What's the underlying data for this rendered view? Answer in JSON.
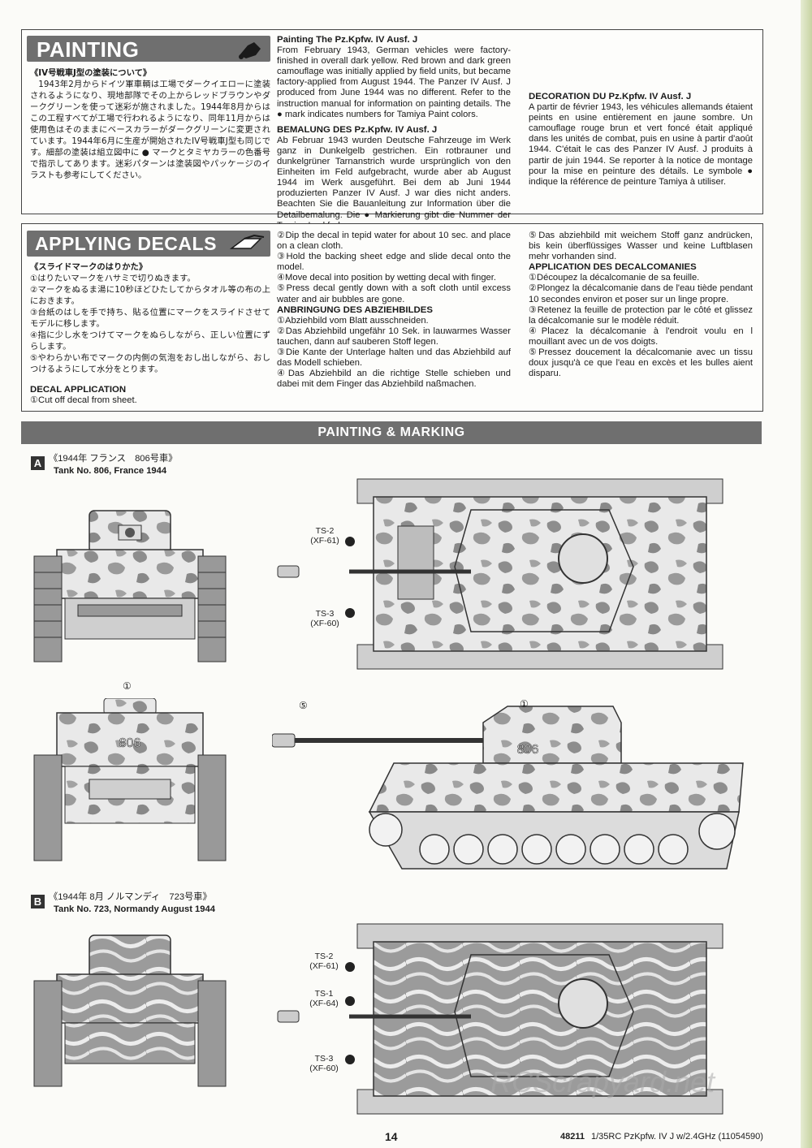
{
  "painting": {
    "title": "PAINTING",
    "jp_heading": "《IV号戦車J型の塗装について》",
    "jp_text": "1943年2月からドイツ軍車輌は工場でダークイエローに塗装されるようになり、現地部隊でその上からレッドブラウンやダークグリーンを使って迷彩が施されました。1944年8月からはこの工程すべてが工場で行われるようになり、同年11月からは使用色はそのままにベースカラーがダークグリーンに変更されています。1944年6月に生産が開始されたIV号戦車J型も同じです。細部の塗装は組立図中に ● マークとタミヤカラーの色番号で指示してあります。迷彩パターンは塗装図やパッケージのイラストも参考にしてください。",
    "en_title": "Painting The Pz.Kpfw. IV Ausf. J",
    "en_text": "From February 1943, German vehicles were factory-finished in overall dark yellow. Red brown and dark green camouflage was initially applied by field units, but became factory-applied from August 1944. The Panzer IV Ausf. J produced from June 1944 was no different. Refer to the instruction manual for information on painting details. The ● mark indicates numbers for Tamiya Paint colors.",
    "de_title": "BEMALUNG DES Pz.Kpfw. IV Ausf. J",
    "de_text": "Ab Februar 1943 wurden Deutsche Fahrzeuge im Werk ganz in Dunkelgelb gestrichen. Ein rotbrauner und dunkelgrüner Tarnanstrich wurde ursprünglich von den Einheiten im Feld aufgebracht, wurde aber ab August 1944 im Werk ausgeführt. Bei dem ab Juni 1944 produzierten Panzer IV Ausf. J war dies nicht anders. Beachten Sie die Bauanleitung zur Information über die Detailbemalung. Die ● Markierung gibt die Nummer der Tamiya Lackfarben an.",
    "fr_title": "DECORATION DU Pz.Kpfw. IV Ausf. J",
    "fr_text": "A partir de février 1943, les véhicules allemands étaient peints en usine entièrement en jaune sombre. Un camouflage rouge brun et vert foncé était appliqué dans les unités de combat, puis en usine à partir d'août 1944. C'était le cas des Panzer IV Ausf. J produits à partir de juin 1944. Se reporter à la notice de montage pour la mise en peinture des détails. Le symbole ● indique la référence de peinture Tamiya à utiliser."
  },
  "decals": {
    "title": "APPLYING DECALS",
    "jp_heading": "《スライドマークのはりかた》",
    "jp_steps": [
      "①はりたいマークをハサミで切りぬきます。",
      "②マークをぬるま湯に10秒ほどひたしてからタオル等の布の上におきます。",
      "③台紙のはしを手で持ち、貼る位置にマークをスライドさせてモデルに移します。",
      "④指に少し水をつけてマークをぬらしながら、正しい位置にずらします。",
      "⑤やわらかい布でマークの内側の気泡をおし出しながら、おしつけるようにして水分をとります。"
    ],
    "en_title": "DECAL APPLICATION",
    "en_steps": [
      "①Cut off decal from sheet.",
      "②Dip the decal in tepid water for about 10 sec. and place on a clean cloth.",
      "③Hold the backing sheet edge and slide decal onto the model.",
      "④Move decal into position by wetting decal with finger.",
      "⑤Press decal gently down with a soft cloth until excess water and air bubbles are gone."
    ],
    "de_title": "ANBRINGUNG DES ABZIEHBILDES",
    "de_steps": [
      "①Abziehbild vom Blatt ausschneiden.",
      "②Das Abziehbild ungefähr 10 Sek. in lauwarmes Wasser tauchen, dann auf sauberen Stoff legen.",
      "③Die Kante der Unterlage halten und das Abziehbild auf das Modell schieben.",
      "④Das Abziehbild an die richtige Stelle schieben und dabei mit dem Finger das Abziehbild naßmachen.",
      "⑤Das abziehbild mit weichem Stoff ganz andrücken, bis kein überflüssiges Wasser und keine Luftblasen mehr vorhanden sind."
    ],
    "fr_title": "APPLICATION DES DECALCOMANIES",
    "fr_steps": [
      "①Découpez la décalcomanie de sa feuille.",
      "②Plongez la décalcomanie dans de l'eau tiède pendant 10 secondes environ et poser sur un linge propre.",
      "③Retenez la feuille de protection par le côté et glissez la décalcomanie sur le modèle réduit.",
      "④Placez la décalcomanie à l'endroit voulu en l mouillant avec un de vos doigts.",
      "⑤Pressez doucement la décalcomanie avec un tissu doux jusqu'à ce que l'eau en excès et les bulles aient disparu."
    ]
  },
  "marking": {
    "title": "PAINTING & MARKING",
    "a": {
      "letter": "A",
      "jp": "《1944年 フランス　806号車》",
      "en": "Tank No. 806, France 1944",
      "number": "806"
    },
    "b": {
      "letter": "B",
      "jp": "《1944年 8月 ノルマンディ　723号車》",
      "en": "Tank No. 723, Normandy August 1944"
    },
    "callouts_a": [
      {
        "code": "TS-2",
        "paint": "(XF-61)"
      },
      {
        "code": "TS-3",
        "paint": "(XF-60)"
      }
    ],
    "callouts_b": [
      {
        "code": "TS-2",
        "paint": "(XF-61)"
      },
      {
        "code": "TS-1",
        "paint": "(XF-64)"
      },
      {
        "code": "TS-3",
        "paint": "(XF-60)"
      }
    ],
    "decal_1": "①",
    "decal_5": "⑤"
  },
  "footer": {
    "page": "14",
    "code": "48211",
    "product": "1/35RC PzKpfw. IV J w/2.4GHz (11054590)"
  },
  "watermark": "RCScrapyard.net",
  "colors": {
    "header_gray": "#6f6f6f",
    "camo_light": "#e8e8e8",
    "camo_dark": "#8c8c8c"
  }
}
